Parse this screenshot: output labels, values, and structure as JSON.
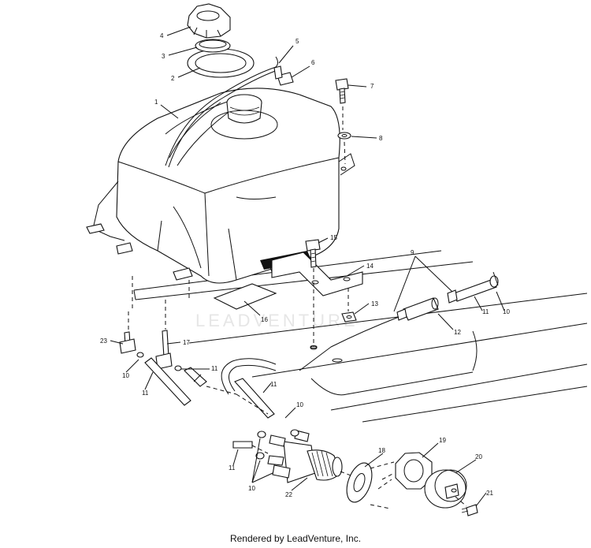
{
  "watermark": "LEADVENTURE",
  "footer": "Rendered by LeadVenture, Inc.",
  "callouts": [
    {
      "id": "c4",
      "text": "4"
    },
    {
      "id": "c3",
      "text": "3"
    },
    {
      "id": "c2",
      "text": "2"
    },
    {
      "id": "c5",
      "text": "5"
    },
    {
      "id": "c6",
      "text": "6"
    },
    {
      "id": "c1",
      "text": "1"
    },
    {
      "id": "c7",
      "text": "7"
    },
    {
      "id": "c8",
      "text": "8"
    },
    {
      "id": "c9",
      "text": "9"
    },
    {
      "id": "c15",
      "text": "15"
    },
    {
      "id": "c14",
      "text": "14"
    },
    {
      "id": "c13",
      "text": "13"
    },
    {
      "id": "c16",
      "text": "16"
    },
    {
      "id": "c10a",
      "text": "10"
    },
    {
      "id": "c11a",
      "text": "11"
    },
    {
      "id": "c12",
      "text": "12"
    },
    {
      "id": "c23",
      "text": "23"
    },
    {
      "id": "c17",
      "text": "17"
    },
    {
      "id": "c10b",
      "text": "10"
    },
    {
      "id": "c11b",
      "text": "11"
    },
    {
      "id": "c11c",
      "text": "11"
    },
    {
      "id": "c11d",
      "text": "11"
    },
    {
      "id": "c10c",
      "text": "10"
    },
    {
      "id": "c11e",
      "text": "11"
    },
    {
      "id": "c10d",
      "text": "10"
    },
    {
      "id": "c22",
      "text": "22"
    },
    {
      "id": "c18",
      "text": "18"
    },
    {
      "id": "c19",
      "text": "19"
    },
    {
      "id": "c20",
      "text": "20"
    },
    {
      "id": "c21",
      "text": "21"
    }
  ]
}
